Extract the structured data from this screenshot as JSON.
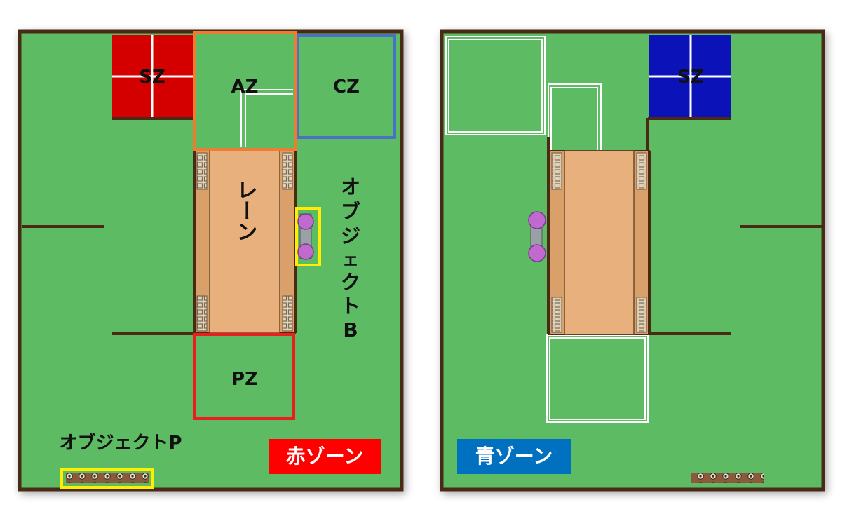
{
  "colors": {
    "field": "#5dbb63",
    "wall": "#4a2a12",
    "lane": "#e8b07c",
    "rail": "#d9a06a",
    "red_zone": "#d40000",
    "blue_zone": "#0a12b8",
    "outline_orange": "#ee7d31",
    "outline_blue": "#4a72c4",
    "outline_red": "#ee1c1c",
    "highlight_yellow": "#ffee00",
    "object_purple": "#c06ad0",
    "red_tag": "#ff0000",
    "blue_tag": "#0070c0"
  },
  "left_field": {
    "sz_label": "SZ",
    "az_label": "AZ",
    "cz_label": "CZ",
    "lane_label": "レーン",
    "pz_label": "PZ",
    "object_b_label": [
      "オ",
      "ブ",
      "ジ",
      "ェ",
      "ク",
      "ト",
      "B"
    ],
    "object_p_label": "オブジェクトP",
    "zone_tag": "赤ゾーン"
  },
  "right_field": {
    "sz_label": "SZ",
    "zone_tag": "青ゾーン"
  }
}
